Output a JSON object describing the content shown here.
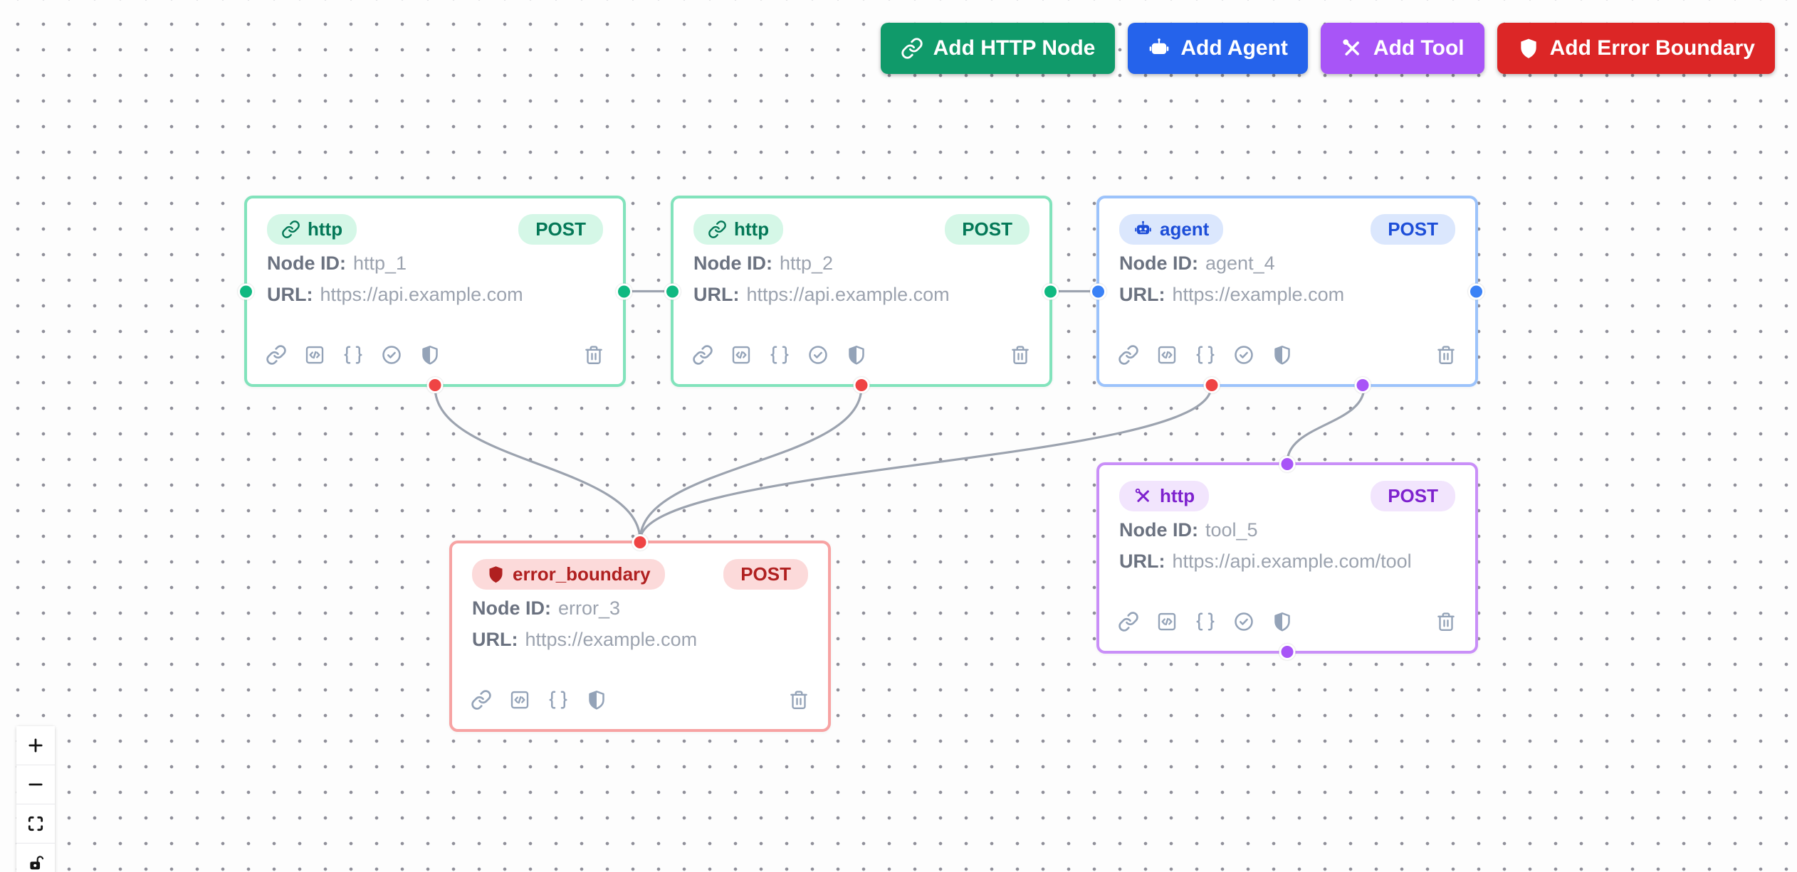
{
  "labels": {
    "node_id": "Node ID:",
    "url": "URL:"
  },
  "toolbar": {
    "buttons": [
      {
        "label": "Add HTTP Node",
        "icon": "link-icon",
        "color": "#109a6a"
      },
      {
        "label": "Add Agent",
        "icon": "robot-icon",
        "color": "#2563eb"
      },
      {
        "label": "Add Tool",
        "icon": "tools-icon",
        "color": "#a855f7"
      },
      {
        "label": "Add Error Boundary",
        "icon": "shield-icon",
        "color": "#dc2626"
      }
    ]
  },
  "nodes": [
    {
      "type_label": "http",
      "method": "POST",
      "id": "http_1",
      "url": "https://api.example.com",
      "theme": "green",
      "icon": "link-icon"
    },
    {
      "type_label": "http",
      "method": "POST",
      "id": "http_2",
      "url": "https://api.example.com",
      "theme": "green",
      "icon": "link-icon"
    },
    {
      "type_label": "agent",
      "method": "POST",
      "id": "agent_4",
      "url": "https://example.com",
      "theme": "blue",
      "icon": "robot-icon"
    },
    {
      "type_label": "error_boundary",
      "method": "POST",
      "id": "error_3",
      "url": "https://example.com",
      "theme": "red",
      "icon": "shield-icon"
    },
    {
      "type_label": "http",
      "method": "POST",
      "id": "tool_5",
      "url": "https://api.example.com/tool",
      "theme": "purple",
      "icon": "tools-icon"
    }
  ],
  "edges": [
    {
      "from": "http_1",
      "to": "http_2"
    },
    {
      "from": "http_2",
      "to": "agent_4"
    },
    {
      "from": "http_1",
      "to": "error_3"
    },
    {
      "from": "http_2",
      "to": "error_3"
    },
    {
      "from": "agent_4",
      "to": "error_3"
    },
    {
      "from": "agent_4",
      "to": "tool_5"
    }
  ],
  "controls": {
    "items": [
      "zoom-in",
      "zoom-out",
      "fit-view",
      "lock"
    ]
  },
  "palette": {
    "edge": "#9ca3af",
    "grid_dot": "#8f8f99",
    "node_border_green": "#82e3bc",
    "node_border_blue": "#9cc3fb",
    "node_border_red": "#f7a3a3",
    "node_border_purple": "#c98ff8",
    "badge_bg_green": "#d5f7e7",
    "badge_text_green": "#047857",
    "badge_bg_blue": "#dbe7fd",
    "badge_text_blue": "#1d4ed8",
    "badge_bg_red": "#fcdada",
    "badge_text_red": "#b02020",
    "badge_bg_purple": "#f2e5fd",
    "badge_text_purple": "#7e22ce",
    "handle_green": "#10b981",
    "handle_blue": "#3b82f6",
    "handle_red": "#ef4444",
    "handle_purple": "#a855f7",
    "label_text": "#6b7280",
    "value_text": "#9ca3af",
    "footer_icon": "#94a3b8"
  }
}
